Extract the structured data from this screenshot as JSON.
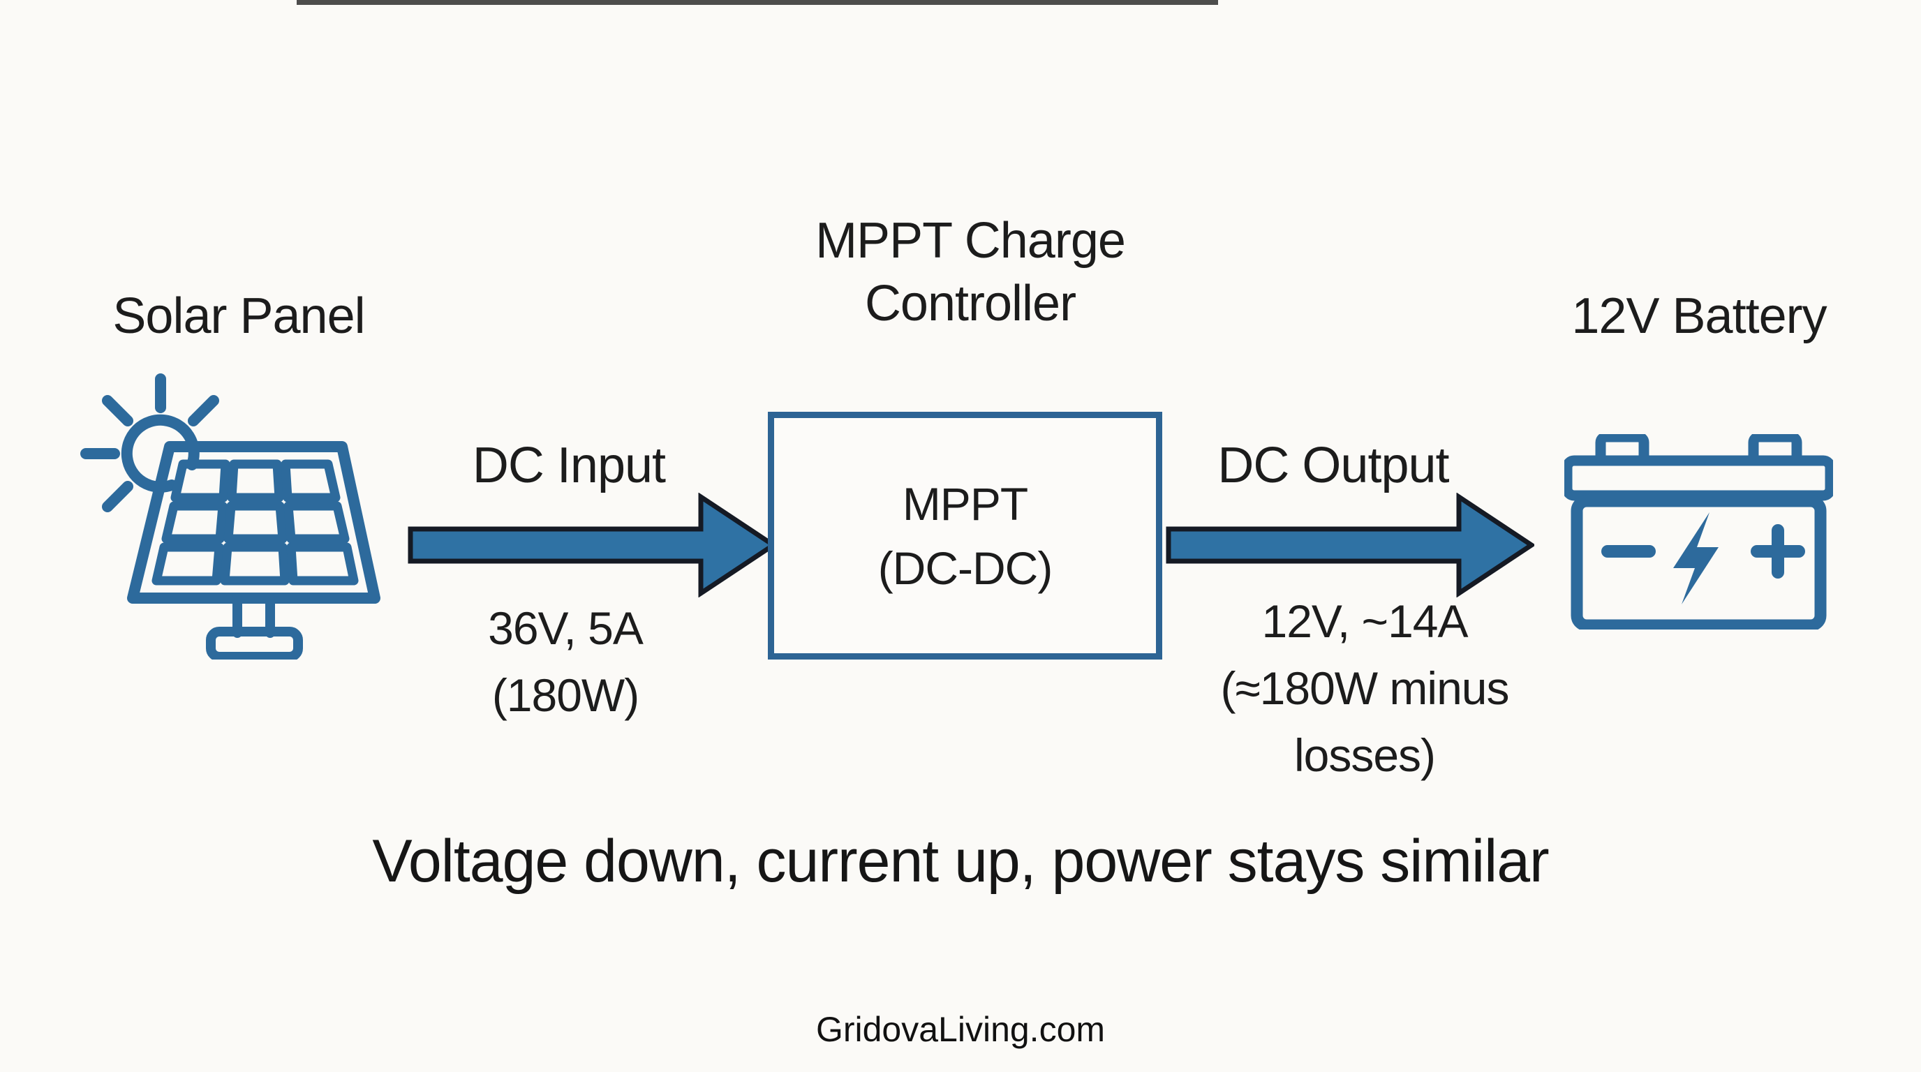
{
  "diagram_title_caption": "Voltage down, current up, power stays similar",
  "watermark": "GridovaLiving.com",
  "solar": {
    "label": "Solar Panel",
    "icon": "solar-panel-sun-icon"
  },
  "controller": {
    "title_line1": "MPPT Charge",
    "title_line2": "Controller",
    "box_line1": "MPPT",
    "box_line2": "(DC-DC)"
  },
  "battery": {
    "label": "12V Battery",
    "icon": "battery-icon"
  },
  "flow_input": {
    "label": "DC Input",
    "value_line1": "36V, 5A",
    "value_line2": "(180W)",
    "icon": "right-arrow-icon"
  },
  "flow_output": {
    "label": "DC Output",
    "value_line1": "12V, ~14A",
    "value_line2": "(≈180W minus",
    "value_line3": "losses)",
    "icon": "right-arrow-icon"
  },
  "colors": {
    "background": "#fbfaf7",
    "icon_blue": "#2d6a9c",
    "arrow_fill": "#2f72a4",
    "arrow_outline": "#151a24",
    "box_border": "#2d6494",
    "text": "#1b1b1b",
    "top_strip": "#2e2e2e"
  }
}
